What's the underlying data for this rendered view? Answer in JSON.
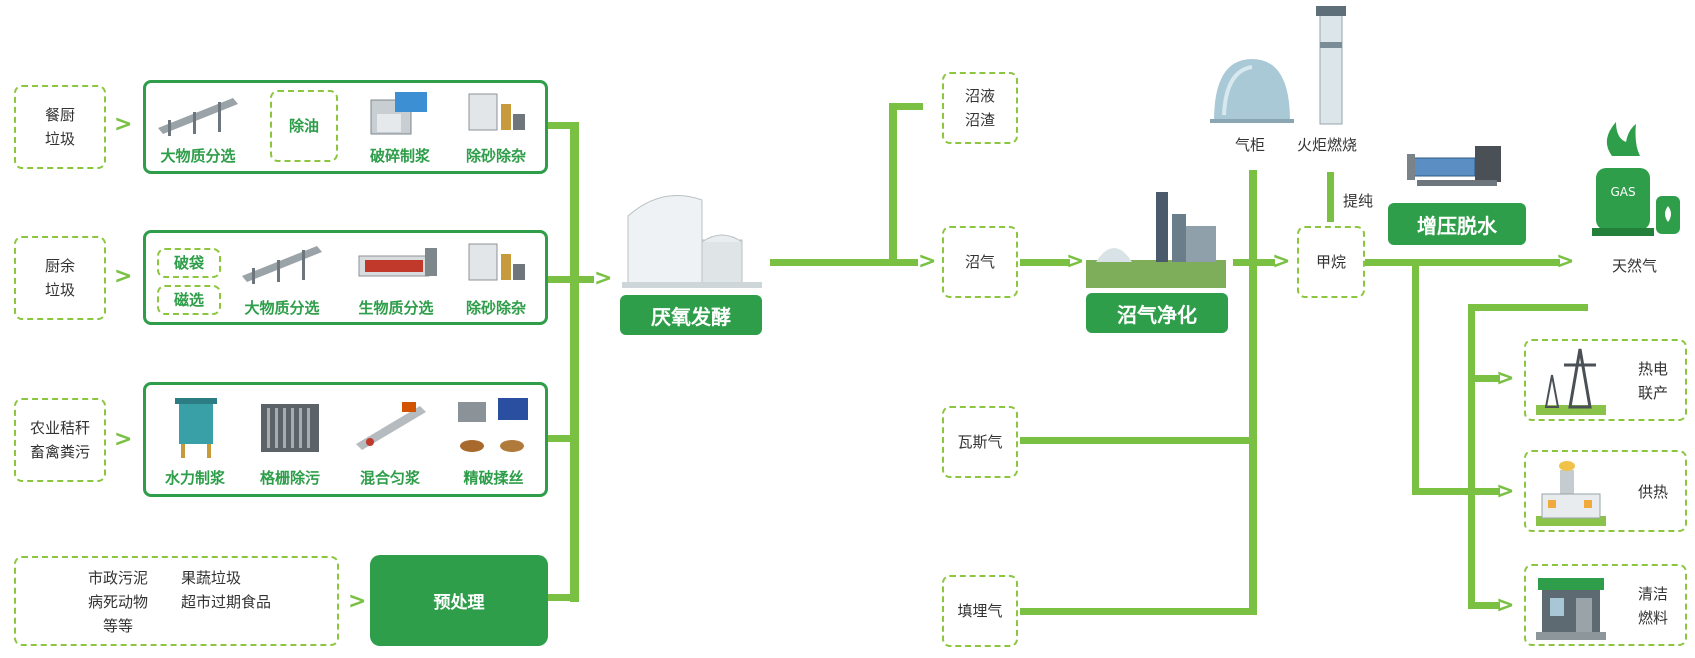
{
  "sources": {
    "kitchen_waste": [
      "餐厨",
      "垃圾"
    ],
    "food_residue": [
      "厨余",
      "垃圾"
    ],
    "agri": [
      "农业秸秆",
      "畜禽粪污"
    ],
    "municipal": {
      "col1": [
        "市政污泥",
        "病死动物",
        "等等"
      ],
      "col2": [
        "果蔬垃圾",
        "超市过期食品"
      ]
    }
  },
  "row1": {
    "items": [
      "大物质分选",
      "除油",
      "破碎制浆",
      "除砂除杂"
    ]
  },
  "row2": {
    "boxes": [
      "破袋",
      "磁选"
    ],
    "items": [
      "大物质分选",
      "生物质分选",
      "除砂除杂"
    ]
  },
  "row3": {
    "items": [
      "水力制浆",
      "格栅除污",
      "混合匀浆",
      "精破揉丝"
    ]
  },
  "pretreat": "预处理",
  "anaerobic": "厌氧发酵",
  "slurry": [
    "沼液",
    "沼渣"
  ],
  "biogas": "沼气",
  "purify": "沼气净化",
  "gas_sources": [
    "瓦斯气",
    "填埋气"
  ],
  "gas_holder": "气柜",
  "flare": "火炬燃烧",
  "upgrade": "提纯",
  "methane": "甲烷",
  "compress": "增压脱水",
  "natural_gas": "天然气",
  "gas_tank_text": "GAS",
  "uses": {
    "chp": [
      "热电",
      "联产"
    ],
    "heat": [
      "供热"
    ],
    "fuel": [
      "清洁",
      "燃料"
    ]
  }
}
